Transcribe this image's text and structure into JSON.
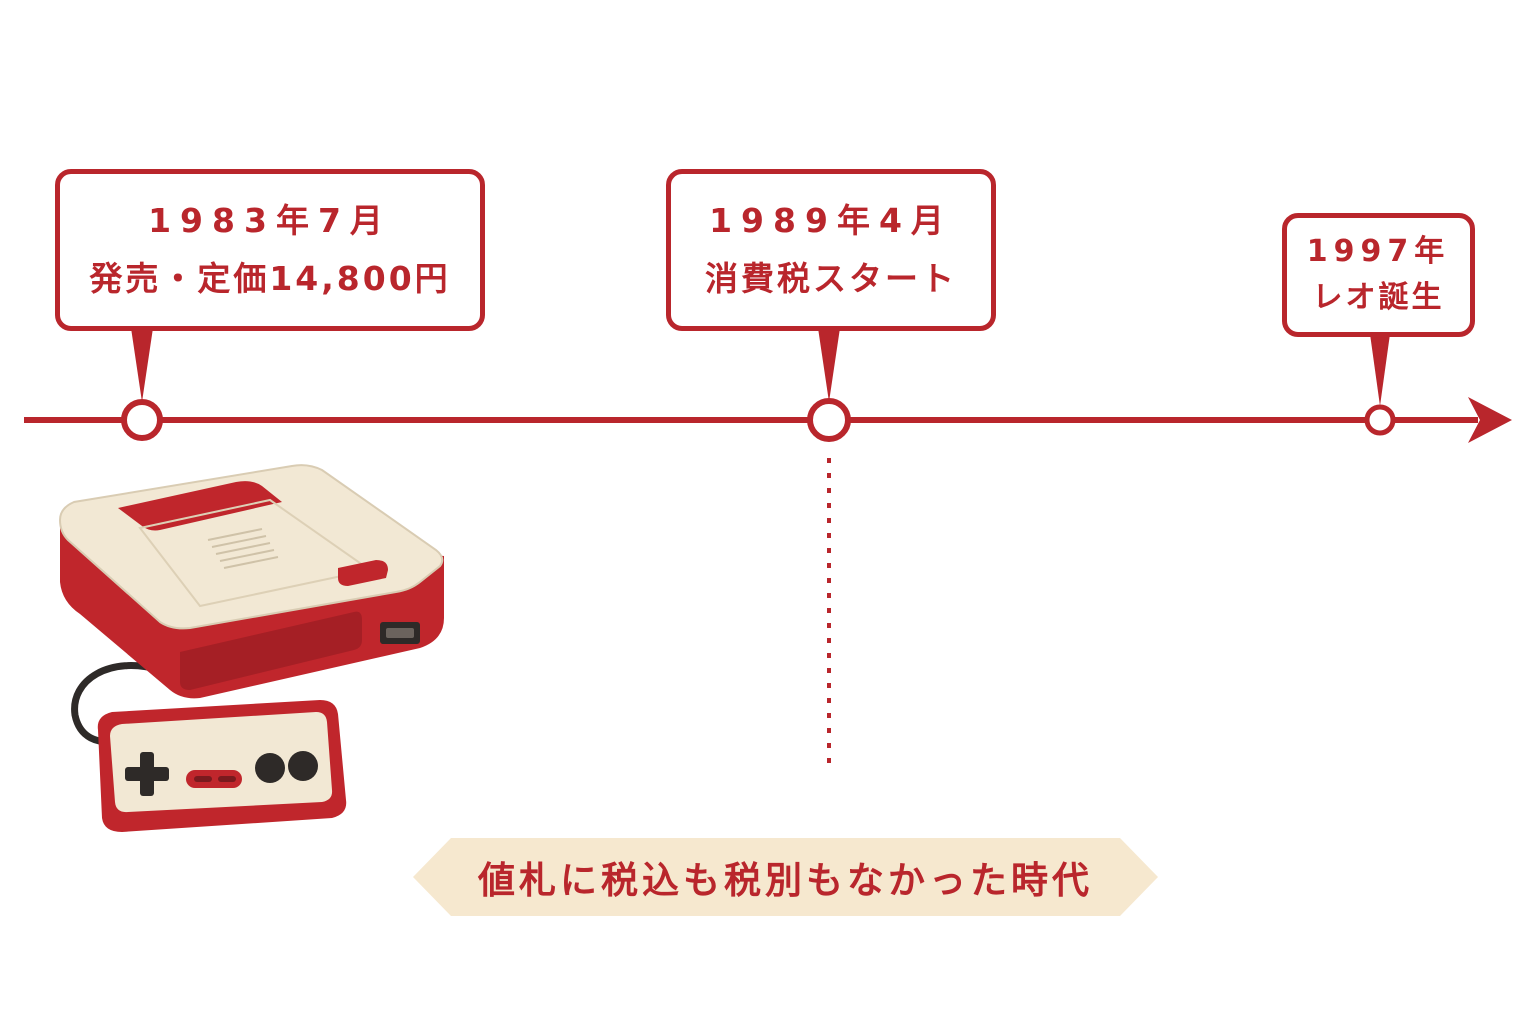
{
  "colors": {
    "accent": "#b9262c",
    "banner_fill": "#f6e8cf",
    "console_cream": "#f2e8d4",
    "console_red": "#c0262c",
    "controller_dark": "#2e2a28"
  },
  "events": [
    {
      "date": "1983年7月",
      "label": "発売・定価14,800円"
    },
    {
      "date": "1989年4月",
      "label": "消費税スタート"
    },
    {
      "date": "1997年",
      "label": "レオ誕生"
    }
  ],
  "era_banner": {
    "text": "値札に税込も税別もなかった時代"
  },
  "illustration": {
    "icon": "famicom-console-with-controller-icon"
  }
}
